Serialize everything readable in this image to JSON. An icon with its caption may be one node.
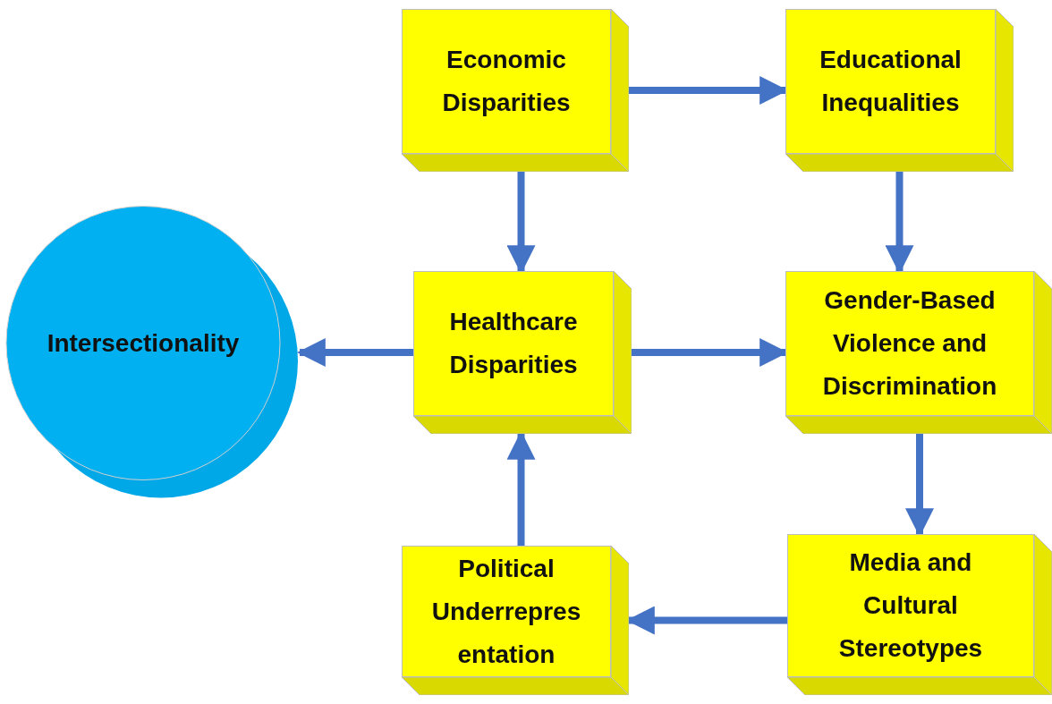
{
  "diagram": {
    "nodes": [
      {
        "text": [
          "Economic Disparities"
        ]
      },
      {
        "text": [
          "Educational Inequalities"
        ]
      },
      {
        "text": [
          "Healthcare Disparities"
        ]
      },
      {
        "text": [
          "Gender-Based Violence and Discrimination"
        ]
      },
      {
        "text": [
          "Media and Cultural Stereotypes"
        ]
      },
      {
        "text": [
          "Political Underrepres entation"
        ]
      },
      {
        "text": [
          "Intersectionality"
        ]
      }
    ],
    "edges": [
      {
        "from": 0,
        "to": 1,
        "arrow": "to"
      },
      {
        "from": 0,
        "to": 2,
        "arrow": "to"
      },
      {
        "from": 1,
        "to": 3,
        "arrow": "to"
      },
      {
        "from": 2,
        "to": 6,
        "arrow": "to"
      },
      {
        "from": 2,
        "to": 3,
        "arrow": "to"
      },
      {
        "from": 3,
        "to": 4,
        "arrow": "to"
      },
      {
        "from": 4,
        "to": 5,
        "arrow": "to"
      },
      {
        "from": 5,
        "to": 2,
        "arrow": "to"
      }
    ]
  }
}
